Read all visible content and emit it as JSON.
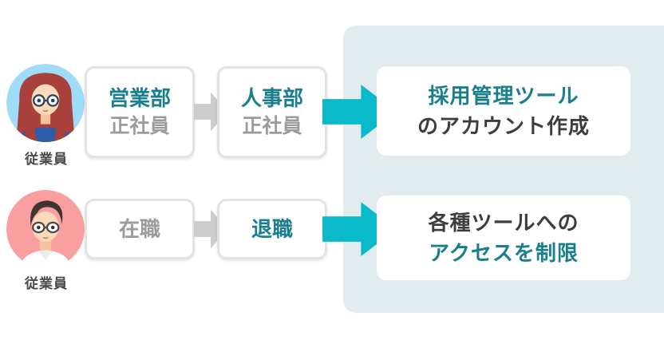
{
  "palette": {
    "teal_text": "#1A7F8C",
    "teal_arrow": "#0ABACB",
    "gray_arrow": "#CDCDCD",
    "gray_text": "#9B9B9B",
    "dark_text": "#3D3D3D",
    "panel_bg": "#E2EBED",
    "avatar_bg_woman": "#9EDCF8",
    "avatar_bg_man": "#F99F9F"
  },
  "rows": [
    {
      "persona": {
        "label": "従業員",
        "avatar": "woman-glasses-avatar"
      },
      "steps": [
        {
          "title": "営業部",
          "subtitle": "正社員"
        },
        {
          "title": "人事部",
          "subtitle": "正社員"
        }
      ],
      "result": {
        "line1": "採用管理ツール",
        "line2": "のアカウント作成"
      }
    },
    {
      "persona": {
        "label": "従業員",
        "avatar": "man-glasses-avatar"
      },
      "steps": [
        {
          "title": "在職"
        },
        {
          "title": "退職"
        }
      ],
      "result": {
        "line1": "各種ツールへの",
        "line2": "アクセスを制限"
      }
    }
  ]
}
